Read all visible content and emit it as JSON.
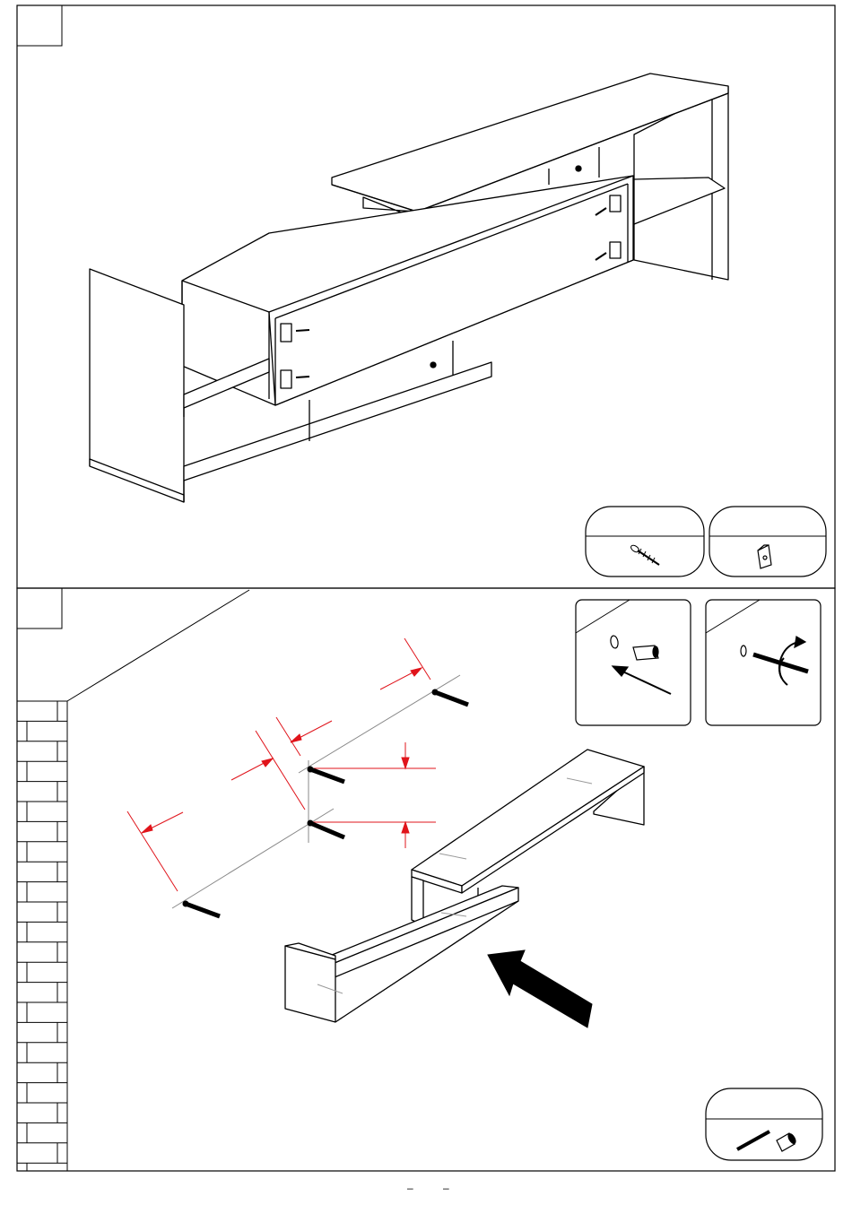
{
  "document": {
    "type": "assembly-instructions",
    "steps": [
      {
        "step_number": "",
        "view": "cabinet-box-with-drawer-frame",
        "parts": [
          {
            "icon": "screw-icon",
            "quantity": ""
          },
          {
            "icon": "bracket-icon",
            "quantity": ""
          }
        ]
      },
      {
        "step_number": "",
        "view": "wall-mounted-shelf-with-bolts",
        "insets": [
          {
            "icon": "insert-dowel-icon"
          },
          {
            "icon": "rotate-bolt-icon"
          }
        ],
        "parts": [
          {
            "icon": "bolt-and-anchor-icon",
            "quantity": ""
          }
        ]
      }
    ],
    "footer": {
      "marks": [
        "–",
        "–"
      ]
    },
    "colors": {
      "line": "#000000",
      "dimension": "#e0141b",
      "guide": "#888888",
      "paper": "#ffffff"
    }
  }
}
